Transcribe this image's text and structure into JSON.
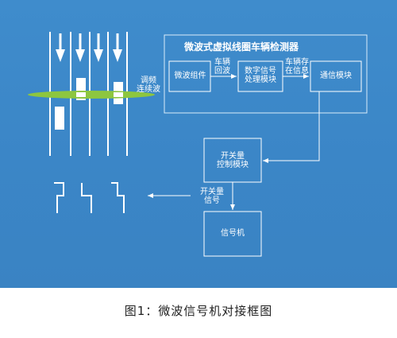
{
  "detector_title": "微波式虚拟线圈车辆检测器",
  "modulation_label": "调频\n连续波",
  "blocks": {
    "microwave": "微波组件",
    "dsp": "数字信号\n处理模块",
    "comm": "通信模块",
    "switch_ctrl": "开关量\n控制模块",
    "signal_machine": "信号机"
  },
  "arrow_labels": {
    "echo": "车辆\n回波",
    "info": "车辆存\n在信息",
    "switch_signal": "开关量\n信号"
  },
  "caption": "图1：微波信号机对接框图"
}
